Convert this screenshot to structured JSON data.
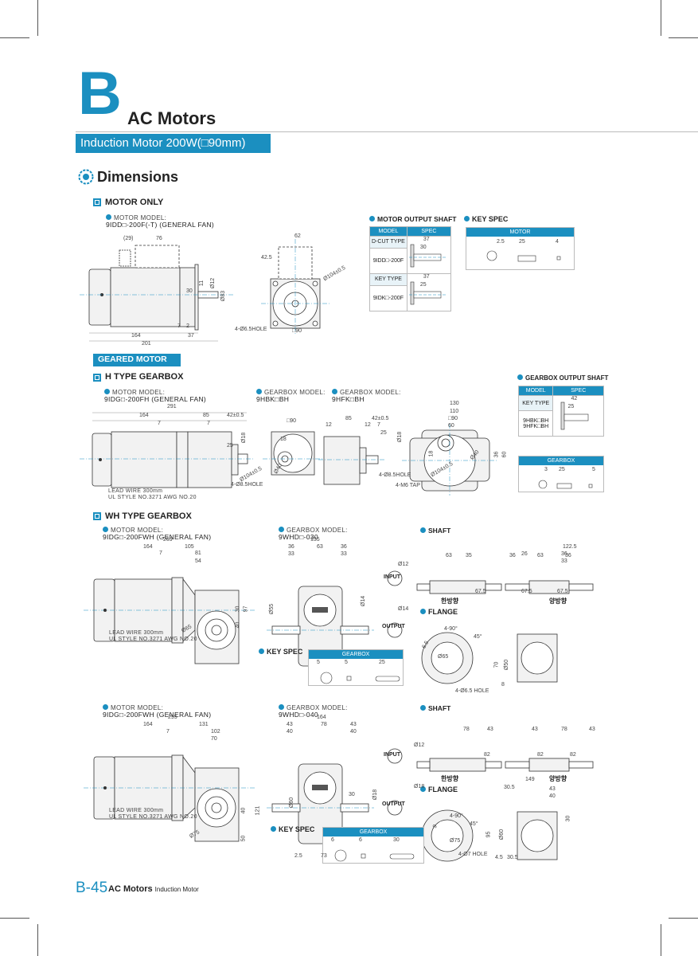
{
  "header": {
    "letter": "B",
    "title": "AC Motors",
    "subtitle": "Induction Motor 200W(□90mm)",
    "section": "Dimensions"
  },
  "motor_only": {
    "heading": "MOTOR ONLY",
    "model_label": "MOTOR MODEL:",
    "model": "9IDD□-200F(-T) (GENERAL FAN)",
    "dims": [
      "(29)",
      "76",
      "62",
      "42.5",
      "Ø104±0.5",
      "30",
      "11",
      "Ø12",
      "Ø83",
      "7",
      "2",
      "164",
      "37",
      "201",
      "4-Ø6.5HOLE",
      "□90"
    ]
  },
  "motor_shaft": {
    "heading": "MOTOR OUTPUT SHAFT",
    "col_model": "MODEL",
    "col_spec": "SPEC",
    "rows": [
      "D-CUT TYPE",
      "9IDD□-200F",
      "KEY TYPE",
      "9IDK□-200F"
    ],
    "dims": [
      "37",
      "30",
      "37",
      "25"
    ]
  },
  "key_spec_motor": {
    "heading": "KEY SPEC",
    "box": "MOTOR",
    "dims": [
      "2.5",
      "25",
      "4"
    ]
  },
  "geared": {
    "badge": "GEARED MOTOR"
  },
  "h_type": {
    "heading": "H TYPE GEARBOX",
    "model_label": "MOTOR MODEL:",
    "model": "9IDG□-200FH (GENERAL FAN)",
    "gb_label": "GEARBOX MODEL:",
    "gb1": "9HBK□BH",
    "gb2": "9HFK□BH",
    "dims": [
      "291",
      "164",
      "85",
      "42±0.5",
      "7",
      "7",
      "25",
      "Ø18",
      "□90",
      "18",
      "Ø104±0.5",
      "Ø40",
      "4-Ø8.5HOLE",
      "85",
      "42±0.5",
      "12",
      "12",
      "7",
      "25",
      "Ø18",
      "130",
      "110",
      "□90",
      "60",
      "18",
      "Ø104±0.5",
      "Ø40",
      "36",
      "60",
      "4-Ø8.5HOLE",
      "4-M6 TAP"
    ],
    "lead1": "LEAD WIRE 300mm",
    "lead2": "UL STYLE NO.3271 AWG NO.20",
    "shaft_heading": "GEARBOX OUTPUT SHAFT",
    "col_model": "MODEL",
    "col_spec": "SPEC",
    "key_type": "KEY TYPE",
    "models": "9HBK□BH\n9HFK□BH",
    "shaft_dims": [
      "42",
      "25"
    ],
    "gearbox_box": "GEARBOX",
    "gbk_dims": [
      "3",
      "25",
      "5"
    ]
  },
  "wh_type": {
    "heading": "WH TYPE GEARBOX",
    "a": {
      "model_label": "MOTOR MODEL:",
      "model": "9IDG□-200FWH (GENERAL FAN)",
      "gb_label": "GEARBOX MODEL:",
      "gb": "9WHD□-030",
      "dims": [
        "269",
        "164",
        "105",
        "7",
        "81",
        "54",
        "30",
        "97",
        "40",
        "Ø65",
        "135",
        "36",
        "63",
        "36",
        "33",
        "33",
        "Ø55",
        "Ø14",
        "Ø12",
        "Ø14",
        "63",
        "35",
        "67.5",
        "36",
        "63",
        "36",
        "67.5",
        "67.5",
        "122.5",
        "26",
        "36",
        "33",
        "4-90°",
        "45°",
        "6.5",
        "Ø65",
        "4-Ø6.5 HOLE",
        "70",
        "Ø50",
        "8"
      ],
      "input": "INPUT",
      "output": "OUTPUT",
      "shaft": "SHAFT",
      "flange": "FLANGE",
      "one_way": "한방향",
      "two_way": "양방향",
      "key_spec": "KEY SPEC",
      "box": "GEARBOX",
      "key_dims": [
        "5",
        "5",
        "25"
      ]
    },
    "b": {
      "model_label": "MOTOR MODEL:",
      "model": "9IDG□-200FWH (GENERAL FAN)",
      "gb_label": "GEARBOX MODEL:",
      "gb": "9WHD□-040",
      "dims": [
        "295",
        "164",
        "131",
        "7",
        "102",
        "70",
        "40",
        "121",
        "50",
        "Ø75",
        "164",
        "43",
        "78",
        "43",
        "40",
        "40",
        "Ø60",
        "Ø18",
        "2.5",
        "73",
        "30",
        "Ø12",
        "Ø18",
        "78",
        "43",
        "82",
        "43",
        "78",
        "43",
        "82",
        "82",
        "149",
        "30.5",
        "43",
        "40",
        "30",
        "4-90°",
        "45°",
        "9",
        "Ø75",
        "4-Ø7 HOLE",
        "95",
        "Ø60",
        "4.5",
        "30.5"
      ],
      "input": "INPUT",
      "output": "OUTPUT",
      "shaft": "SHAFT",
      "flange": "FLANGE",
      "one_way": "한방향",
      "two_way": "양방향",
      "key_spec": "KEY SPEC",
      "box": "GEARBOX",
      "key_dims": [
        "6",
        "6",
        "30"
      ]
    },
    "lead1": "LEAD WIRE 300mm",
    "lead2": "UL STYLE NO.3271 AWG NO.20"
  },
  "footer": {
    "page": "B-45",
    "title": "AC Motors",
    "sub": "Induction Motor"
  },
  "colors": {
    "accent": "#1b8fc0"
  }
}
